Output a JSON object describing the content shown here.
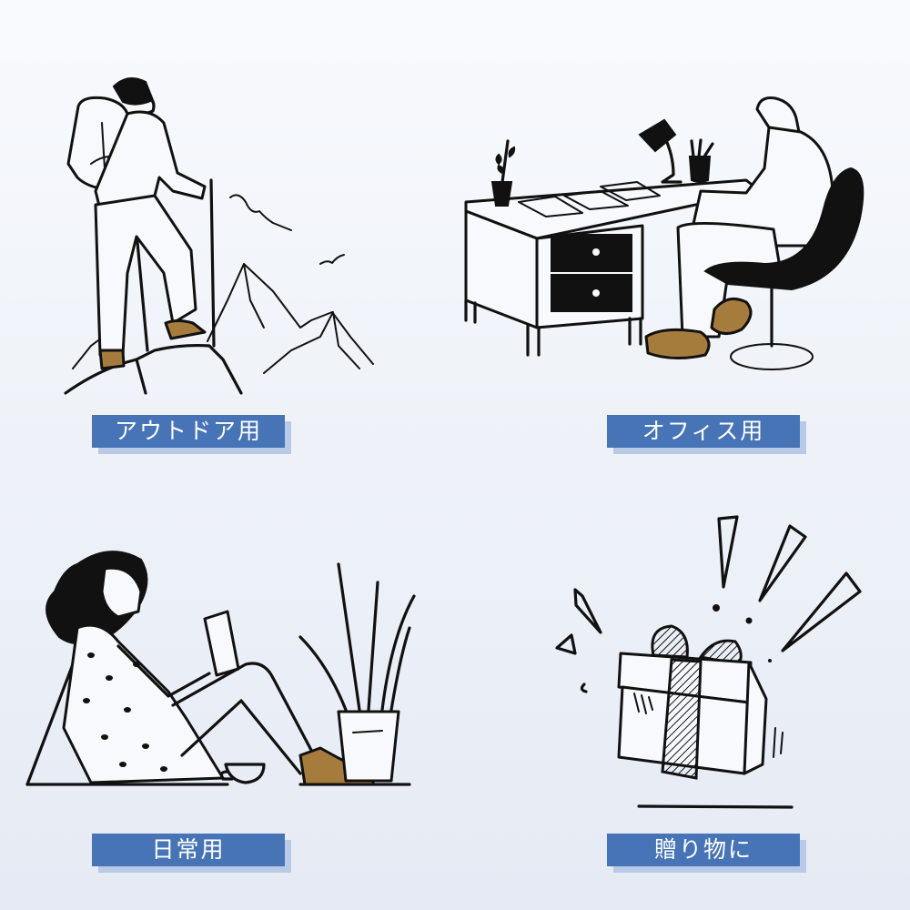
{
  "panels": [
    {
      "id": "outdoor",
      "label": "アウトドア用",
      "illustration": "hiker-on-mountain-illustration"
    },
    {
      "id": "office",
      "label": "オフィス用",
      "illustration": "man-at-office-desk-illustration"
    },
    {
      "id": "daily",
      "label": "日常用",
      "illustration": "woman-reading-illustration"
    },
    {
      "id": "gift",
      "label": "贈り物に",
      "illustration": "gift-box-illustration"
    }
  ],
  "colors": {
    "label_bg": "#4674b6",
    "label_shadow": "#b9cae6",
    "label_text": "#ffffff",
    "shoe_accent": "#a67c3c",
    "line": "#111111",
    "background_top": "#f8fafd",
    "background_bottom": "#e6eaf4"
  }
}
